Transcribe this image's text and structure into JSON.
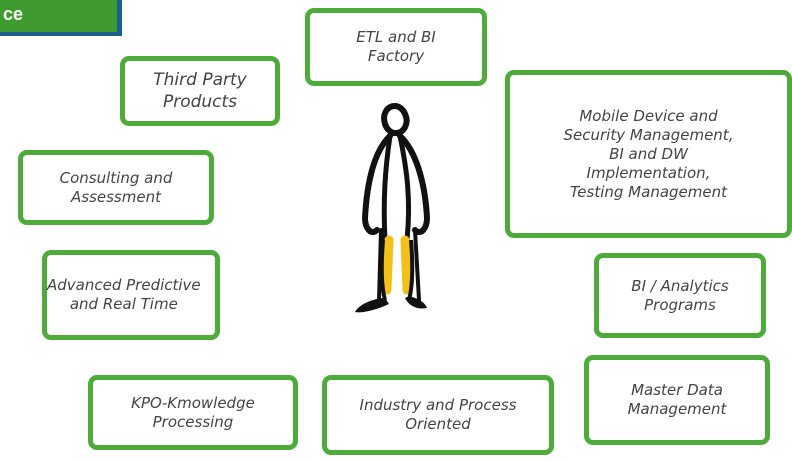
{
  "corner_tab": {
    "label": "ce"
  },
  "boxes": [
    {
      "id": "etl",
      "text": "ETL and BI\nFactory"
    },
    {
      "id": "third-party",
      "text": "Third Party\nProducts"
    },
    {
      "id": "mobile",
      "text": "Mobile Device and\nSecurity Management,\nBI and DW\nImplementation,\nTesting Management"
    },
    {
      "id": "consulting",
      "text": "Consulting and\nAssessment"
    },
    {
      "id": "predictive",
      "text": "Advanced Predictive\nand Real Time"
    },
    {
      "id": "analytics",
      "text": "BI / Analytics\nPrograms"
    },
    {
      "id": "kpo",
      "text": "KPO-Kmowledge\nProcessing"
    },
    {
      "id": "industry",
      "text": "Industry and Process\nOriented"
    },
    {
      "id": "mdm",
      "text": "Master Data\nManagement"
    }
  ],
  "colors": {
    "box_border": "#4dab3a",
    "tab_bg": "#3f9a2f",
    "tab_border": "#1d5e8c",
    "figure_accent": "#f2c018"
  },
  "figure": {
    "icon": "person-on-crutches-icon"
  }
}
